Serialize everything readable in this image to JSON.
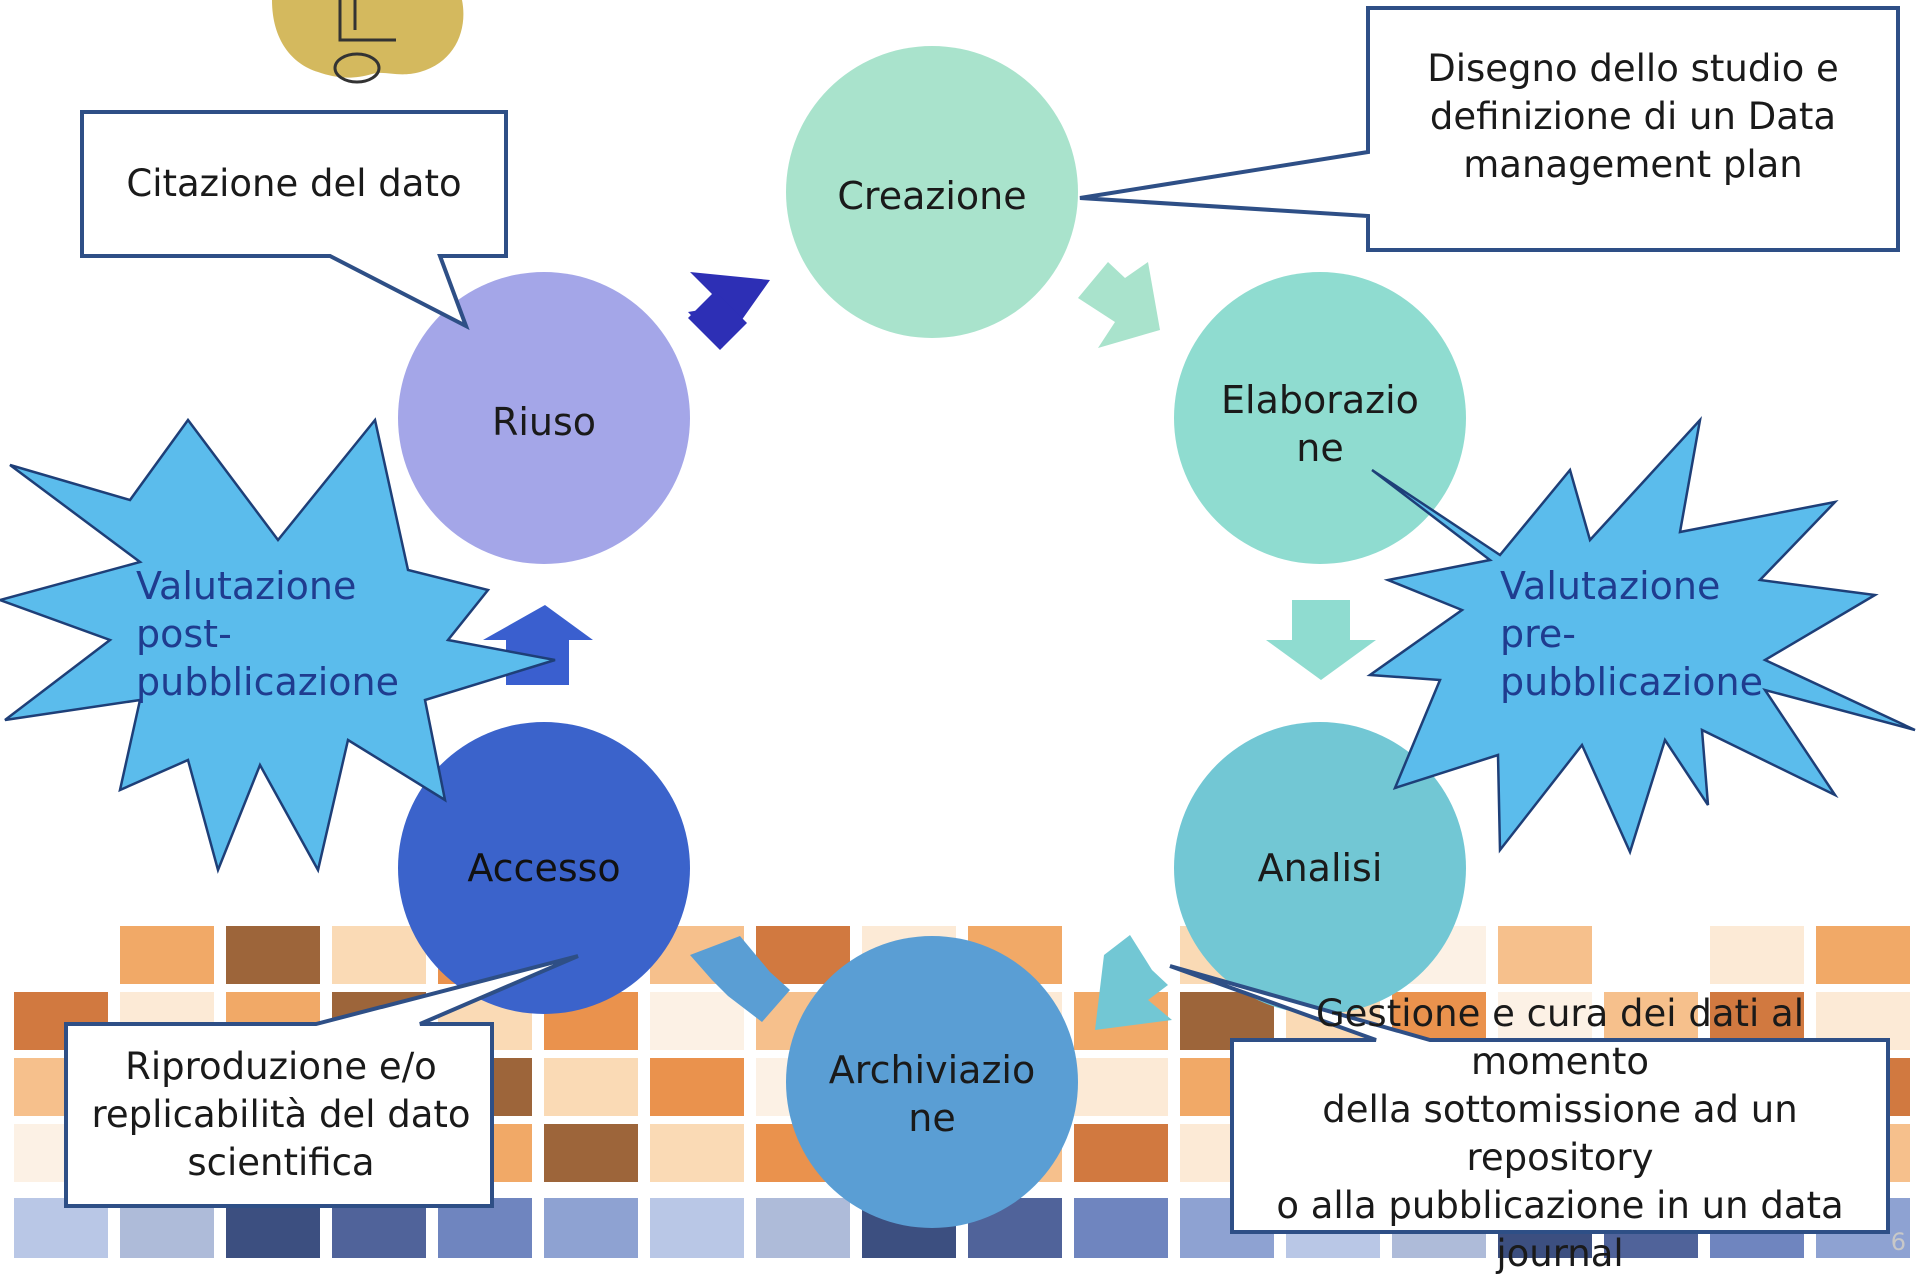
{
  "cycle": {
    "stages": [
      {
        "id": "creazione",
        "label": "Creazione",
        "color": "#a9e3cc"
      },
      {
        "id": "elaborazione",
        "label": "Elaborazio\nne",
        "color": "#8fdcd0"
      },
      {
        "id": "analisi",
        "label": "Analisi",
        "color": "#72c7d4"
      },
      {
        "id": "archiviazione",
        "label": "Archiviazio\nne",
        "color": "#5a9ed4"
      },
      {
        "id": "accesso",
        "label": "Accesso",
        "color": "#3b63cb"
      },
      {
        "id": "riuso",
        "label": "Riuso",
        "color": "#a4a6e8"
      }
    ]
  },
  "callouts": {
    "creazione": "Disegno dello studio e\ndefinizione  di un Data\nmanagement plan",
    "riuso": "Citazione del dato",
    "accesso": "Riproduzione e/o\nreplicabilità del dato\nscientifica",
    "archiviazione": "Gestione e cura dei dati al momento\ndella sottomissione ad un repository\no alla pubblicazione in un data\njournal"
  },
  "stars": {
    "left": "Valutazione\npost-\npubblicazione",
    "right": "Valutazione\npre-\npubblicazione"
  },
  "colors": {
    "star_fill": "#5bbcec",
    "star_stroke": "#1e3f78",
    "callout_border": "#2e4f86",
    "arrow_dark": "#2d2fb5",
    "arrow_blue": "#3a5fcf",
    "arrow_teal": "#8fdcd0",
    "arrow_cyan": "#72c7d4",
    "arrow_steel": "#5a9ed4",
    "question_mark": "#d4b95e"
  },
  "slide_number": "6"
}
